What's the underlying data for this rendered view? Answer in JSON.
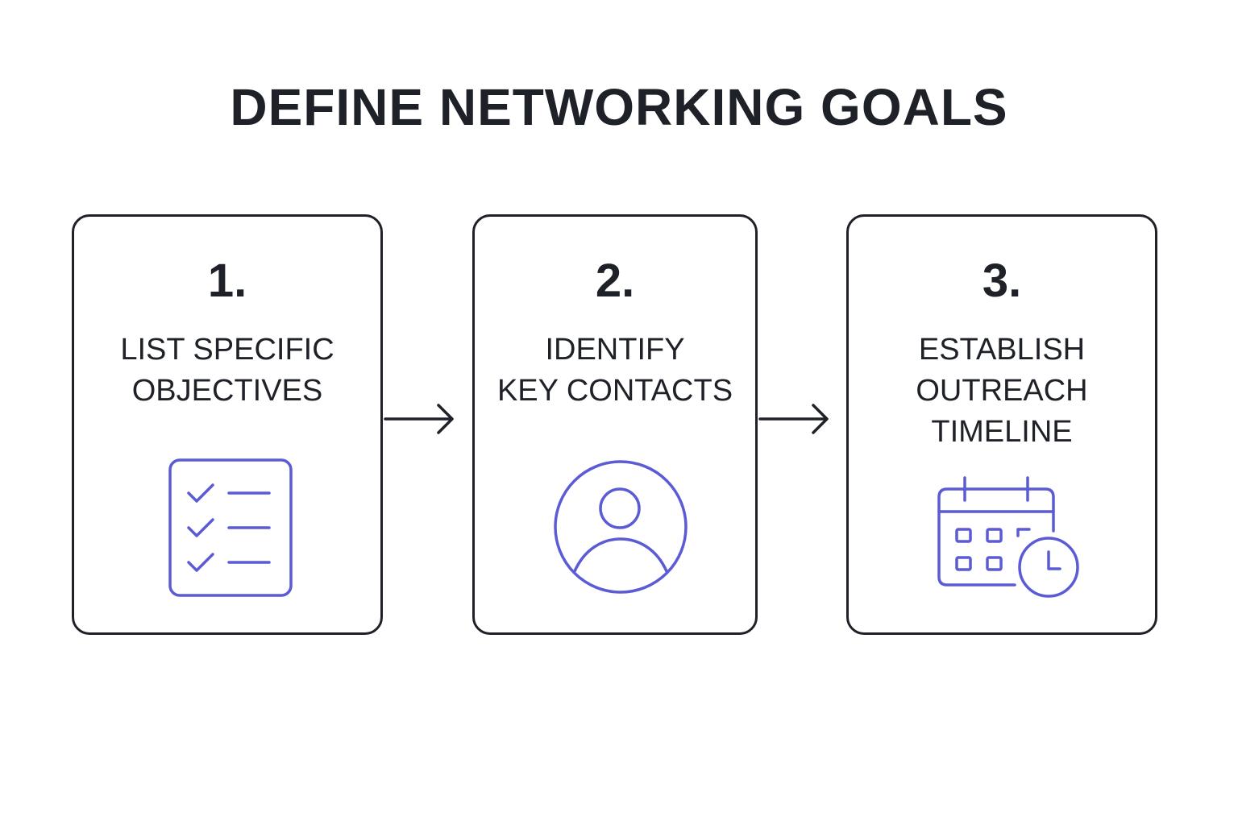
{
  "title": "DEFINE NETWORKING GOALS",
  "accent_color": "#5b5bd6",
  "text_color": "#1e2228",
  "steps": [
    {
      "number": "1.",
      "label_lines": [
        "LIST SPECIFIC",
        "OBJECTIVES"
      ],
      "icon": "checklist-icon"
    },
    {
      "number": "2.",
      "label_lines": [
        "IDENTIFY",
        "KEY CONTACTS"
      ],
      "icon": "person-icon"
    },
    {
      "number": "3.",
      "label_lines": [
        "ESTABLISH",
        "OUTREACH",
        "TIMELINE"
      ],
      "icon": "calendar-clock-icon"
    }
  ],
  "connectors": [
    "arrow-right-icon",
    "arrow-right-icon"
  ]
}
